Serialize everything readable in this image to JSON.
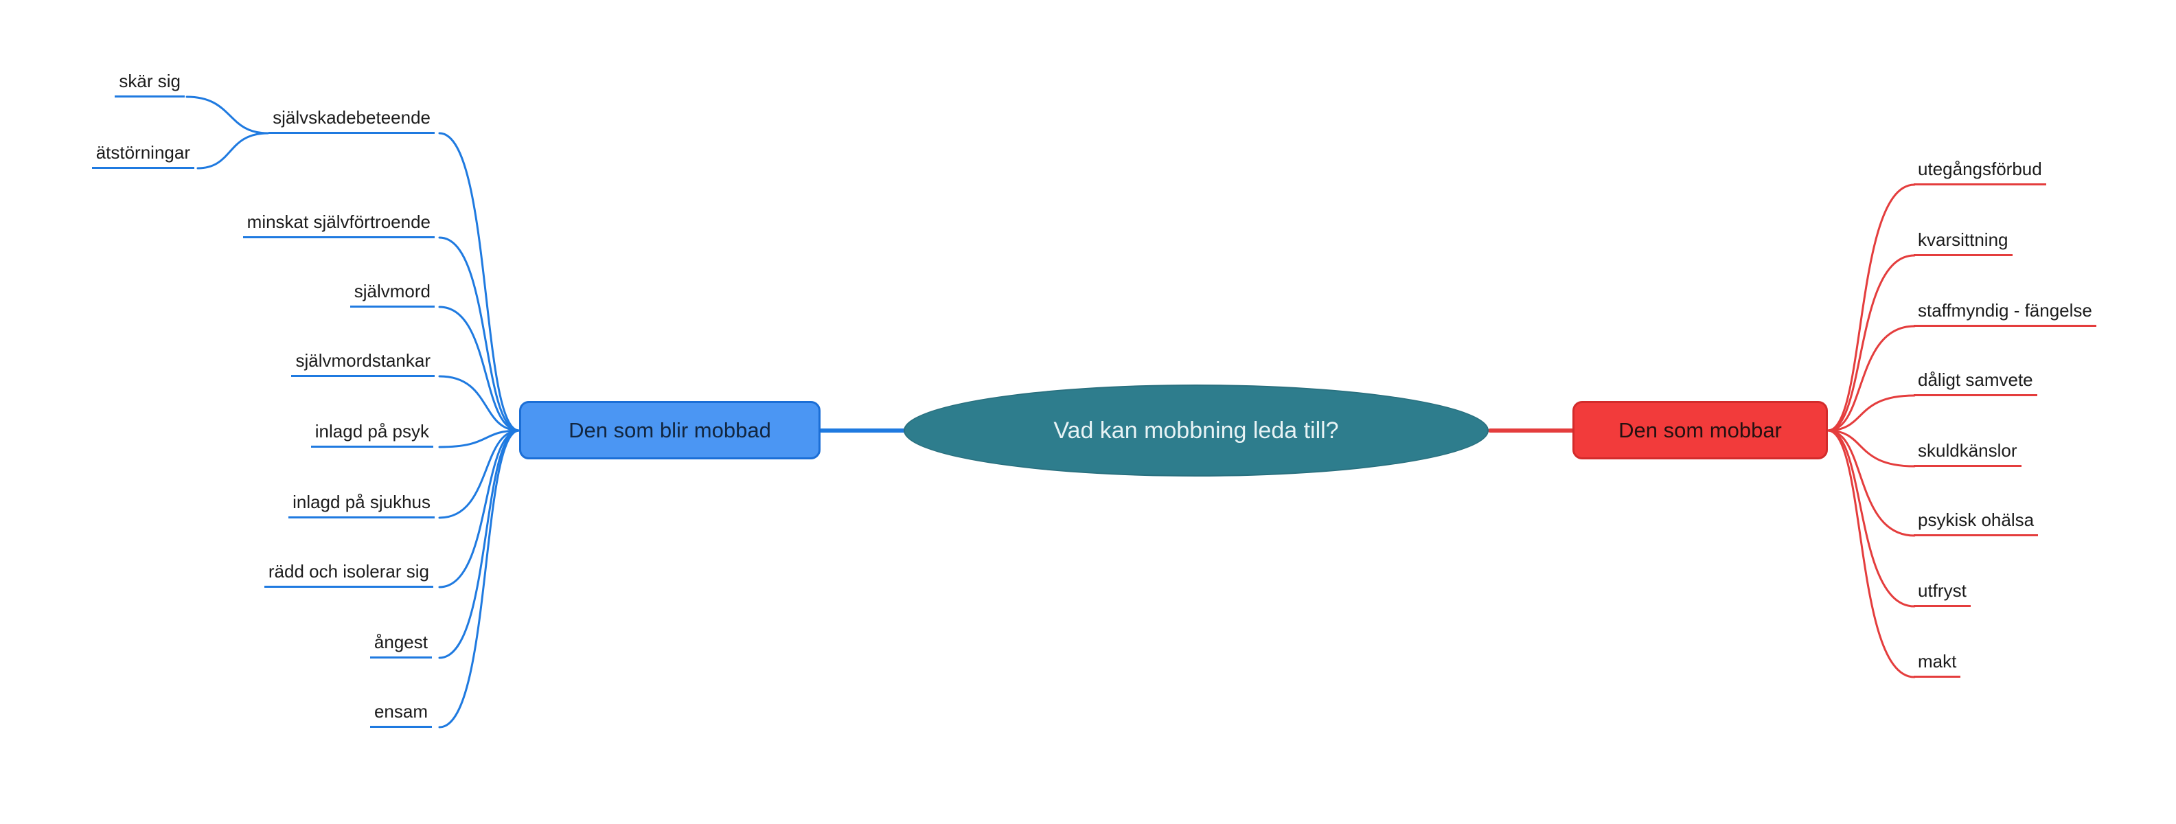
{
  "title": "Vad kan mobbning leda till?",
  "colors": {
    "center_fill": "#2e7d8d",
    "center_text": "#e8f3f5",
    "left_line": "#1f7ae0",
    "left_node_fill": "#4b96f3",
    "right_line": "#e43d3d",
    "right_node_fill": "#f23b3b",
    "background": "#ffffff"
  },
  "center": {
    "label": "Vad kan mobbning leda till?"
  },
  "left_branch": {
    "node_label": "Den som blir mobbad",
    "subtopics": [
      {
        "label": "självskadebeteende",
        "children": [
          {
            "label": "skär sig"
          },
          {
            "label": "ätstörningar"
          }
        ]
      },
      {
        "label": "minskat självförtroende"
      },
      {
        "label": "självmord"
      },
      {
        "label": "självmordstankar"
      },
      {
        "label": "inlagd på psyk"
      },
      {
        "label": "inlagd på sjukhus"
      },
      {
        "label": "rädd och isolerar sig"
      },
      {
        "label": "ångest"
      },
      {
        "label": "ensam"
      }
    ]
  },
  "right_branch": {
    "node_label": "Den som mobbar",
    "subtopics": [
      {
        "label": "utegångsförbud"
      },
      {
        "label": "kvarsittning"
      },
      {
        "label": "staffmyndig - fängelse"
      },
      {
        "label": "dåligt samvete"
      },
      {
        "label": "skuldkänslor"
      },
      {
        "label": "psykisk ohälsa"
      },
      {
        "label": "utfryst"
      },
      {
        "label": "makt"
      }
    ]
  }
}
